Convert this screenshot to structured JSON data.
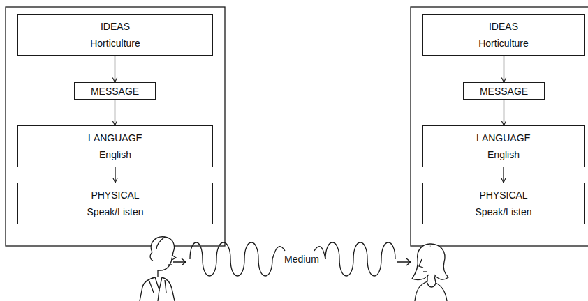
{
  "diagram": {
    "nodes": [
      {
        "text": [
          "IDEAS",
          "Horticulture"
        ]
      },
      {
        "text": [
          "MESSAGE"
        ]
      },
      {
        "text": [
          "LANGUAGE",
          "English"
        ]
      },
      {
        "text": [
          "PHYSICAL",
          "Speak/Listen"
        ]
      },
      {
        "text": [
          "IDEAS",
          "Horticulture"
        ]
      },
      {
        "text": [
          "MESSAGE"
        ]
      },
      {
        "text": [
          "LANGUAGE",
          "English"
        ]
      },
      {
        "text": [
          "PHYSICAL",
          "Speak/Listen"
        ]
      }
    ],
    "edges": [
      {
        "from": 0,
        "to": 1,
        "arrow": "to"
      },
      {
        "from": 1,
        "to": 2,
        "arrow": "to"
      },
      {
        "from": 2,
        "to": 3,
        "arrow": "to"
      },
      {
        "from": 4,
        "to": 5,
        "arrow": "to"
      },
      {
        "from": 5,
        "to": 6,
        "arrow": "to"
      },
      {
        "from": 6,
        "to": 7,
        "arrow": "to"
      }
    ],
    "labels": [
      "Medium"
    ]
  }
}
